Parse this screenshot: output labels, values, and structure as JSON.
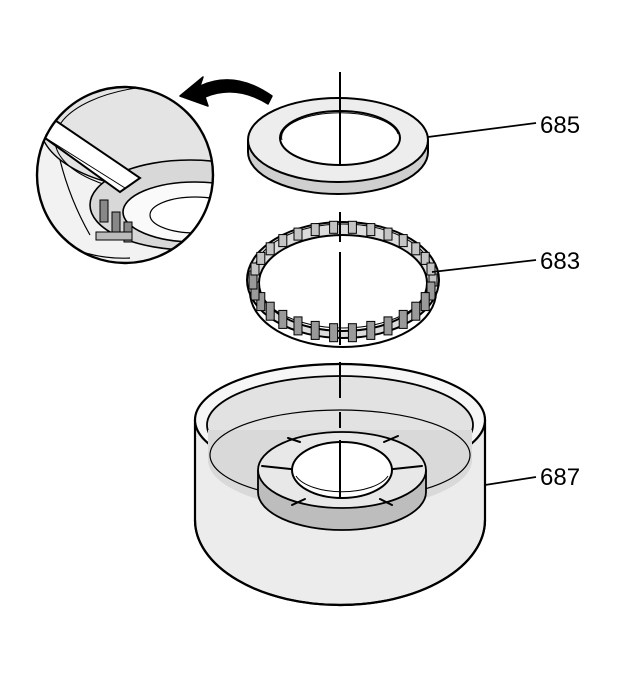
{
  "callouts": {
    "part_685": "685",
    "part_683": "683",
    "part_687": "687"
  },
  "colors": {
    "line": "#000000",
    "shade_light": "#e6e6e6",
    "shade_mid": "#cfcfcf",
    "shade_dark": "#9a9a9a",
    "background": "#ffffff"
  },
  "icons": {
    "direction_arrow": "curved-arrow-left-icon"
  }
}
